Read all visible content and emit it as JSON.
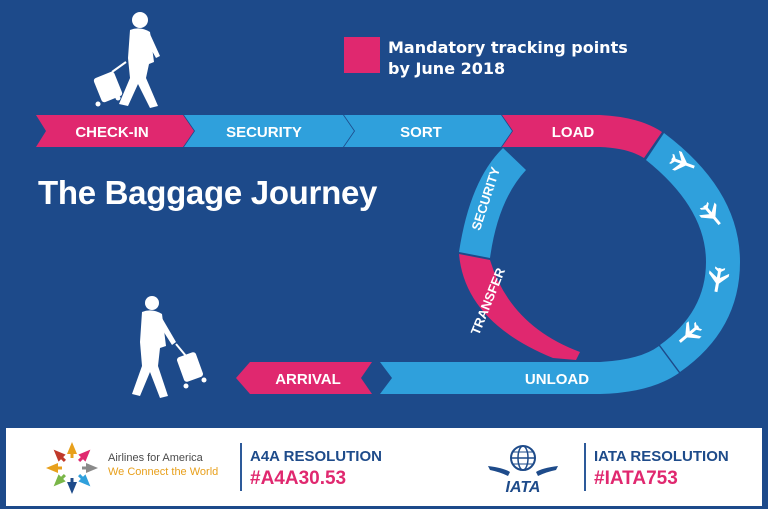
{
  "title": "The Baggage Journey",
  "legend": {
    "line1": "Mandatory tracking points",
    "line2": "by June 2018",
    "color": "#e0286f"
  },
  "colors": {
    "background": "#1d4a8a",
    "stage_blue": "#2fa0dc",
    "mandatory_pink": "#e0286f",
    "text_white": "#ffffff",
    "navy": "#1e4b8a"
  },
  "stages": [
    {
      "label": "CHECK-IN",
      "mandatory": true
    },
    {
      "label": "SECURITY",
      "mandatory": false
    },
    {
      "label": "SORT",
      "mandatory": false
    },
    {
      "label": "LOAD",
      "mandatory": true
    },
    {
      "label": "SECURITY",
      "mandatory": false
    },
    {
      "label": "TRANSFER",
      "mandatory": true
    },
    {
      "label": "UNLOAD",
      "mandatory": false
    },
    {
      "label": "ARRIVAL",
      "mandatory": true
    }
  ],
  "icons": [
    "traveler-departing-icon",
    "traveler-arriving-icon",
    "airplane-icon"
  ],
  "footer": {
    "a4a": {
      "name": "Airlines for America",
      "tagline": "We Connect the World",
      "resolution_title": "A4A RESOLUTION",
      "resolution_code": "#A4A30.53"
    },
    "iata": {
      "name": "IATA",
      "resolution_title": "IATA RESOLUTION",
      "resolution_code": "#IATA753"
    }
  }
}
